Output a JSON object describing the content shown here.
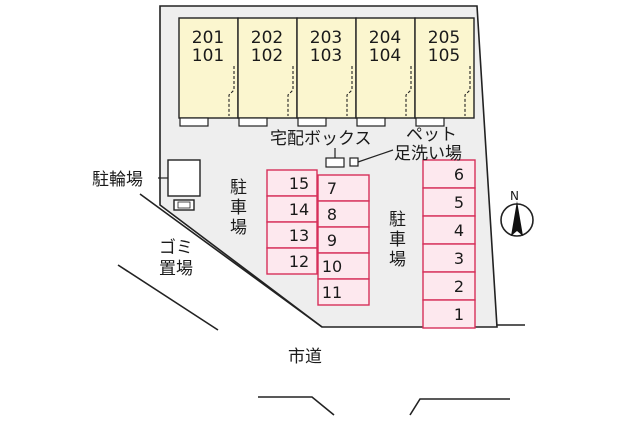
{
  "units": [
    {
      "upper": "201",
      "lower": "101"
    },
    {
      "upper": "202",
      "lower": "102"
    },
    {
      "upper": "203",
      "lower": "103"
    },
    {
      "upper": "204",
      "lower": "104"
    },
    {
      "upper": "205",
      "lower": "105"
    }
  ],
  "labels": {
    "delivery_box": "宅配ボックス",
    "pet_wash_line1": "ペット",
    "pet_wash_line2": "足洗い場",
    "bicycle_parking": "駐輪場",
    "garbage_line1": "ゴミ",
    "garbage_line2": "置場",
    "parking_char1": "駐",
    "parking_char2": "車",
    "parking_char3": "場",
    "city_road": "市道",
    "north": "N"
  },
  "parking_left_col": [
    "15",
    "14",
    "13",
    "12"
  ],
  "parking_mid_col": [
    "7",
    "8",
    "9",
    "10",
    "11"
  ],
  "parking_right_col": [
    "6",
    "5",
    "4",
    "3",
    "2",
    "1"
  ],
  "colors": {
    "building_fill": "#fbf6cf",
    "parking_fill": "#fde8ee",
    "parking_stroke": "#d6305a",
    "lot_fill": "#eeeeee"
  }
}
